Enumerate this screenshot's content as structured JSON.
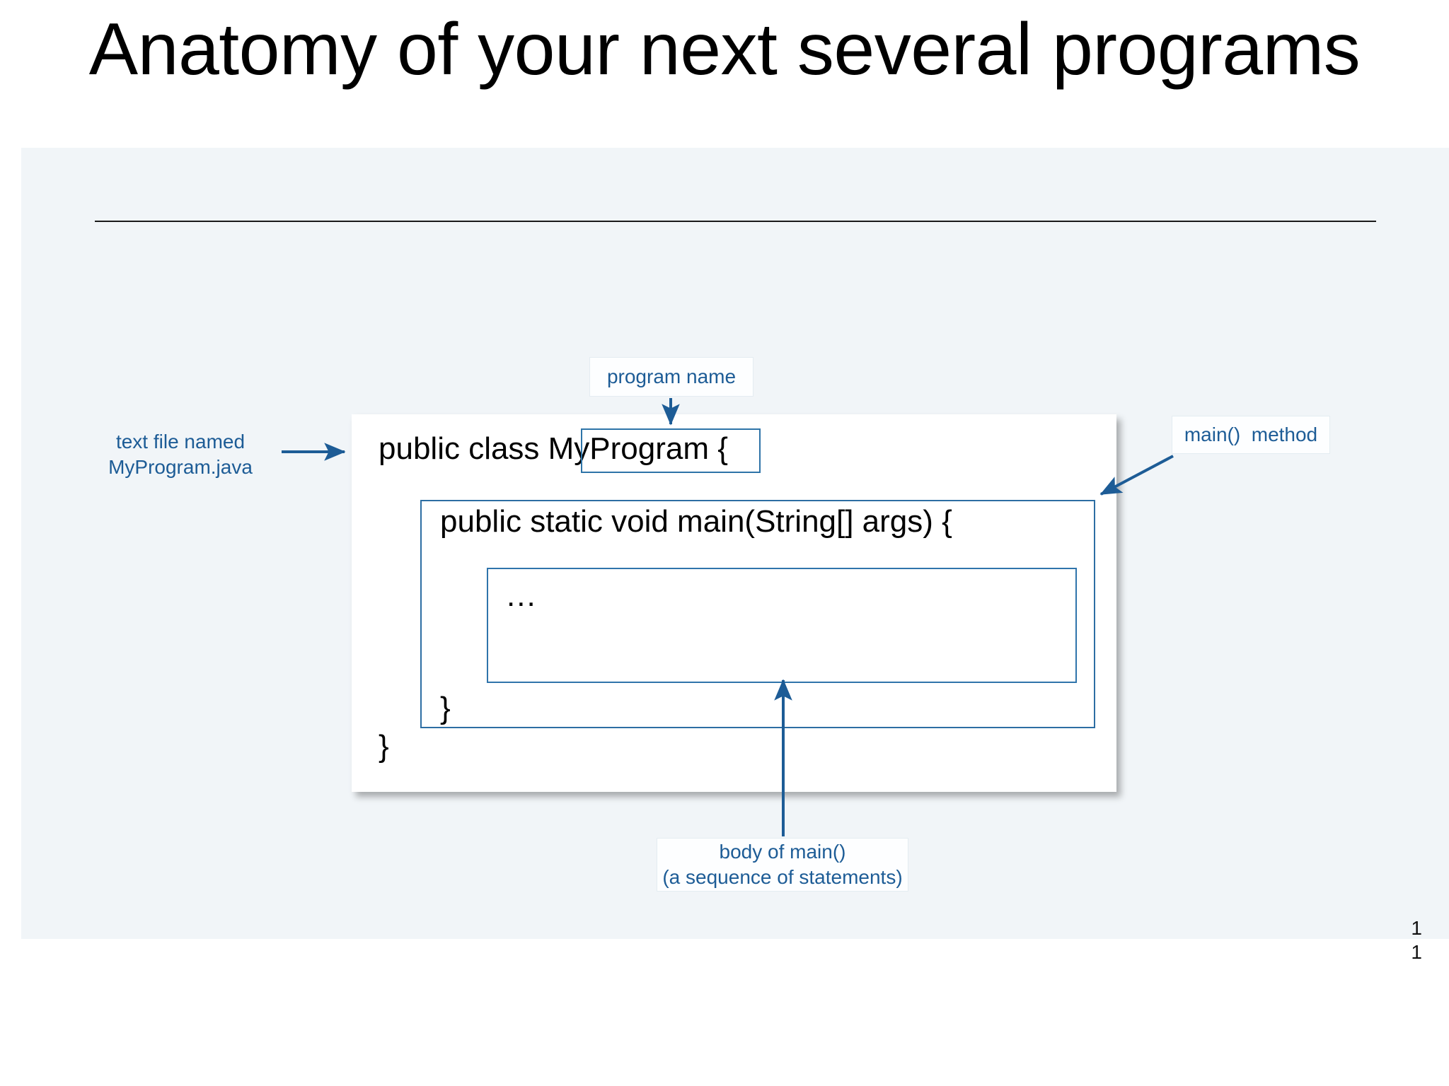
{
  "slide": {
    "title": "Anatomy of your next several programs",
    "background_color": "#ffffff",
    "panel_color": "#f1f5f8",
    "accent_color": "#1d5c96",
    "box_border_color": "#2e74a8",
    "page_number_top": "1",
    "page_number_bottom": "1"
  },
  "code_card": {
    "lines": {
      "class_decl": "public class MyProgram {",
      "main_signature": "public static void main(String[] args) {",
      "body_placeholder": "...",
      "close_main": "}",
      "close_class": "}"
    }
  },
  "callouts": {
    "program_name": {
      "label": "program name",
      "arrow": "down-arrow-icon"
    },
    "main_method": {
      "label": "main()  method",
      "arrow": "diagonal-arrow-icon"
    },
    "body_of_main": {
      "line1": "body of main()",
      "line2": "(a sequence of statements)",
      "arrow": "up-arrow-icon"
    },
    "text_file": {
      "line1": "text file named",
      "line2": "MyProgram.java",
      "arrow": "right-arrow-icon"
    }
  }
}
